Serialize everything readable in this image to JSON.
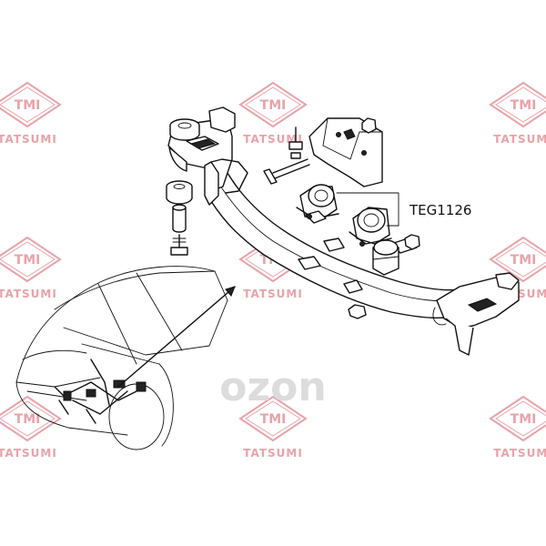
{
  "watermark": {
    "brand_mark": "TMI",
    "brand_name": "TATSUMI",
    "color": "#e8a3aa"
  },
  "logo": {
    "text": "ozon",
    "color": "#dcdcdc"
  },
  "callout": {
    "part_number": "TEG1126"
  }
}
